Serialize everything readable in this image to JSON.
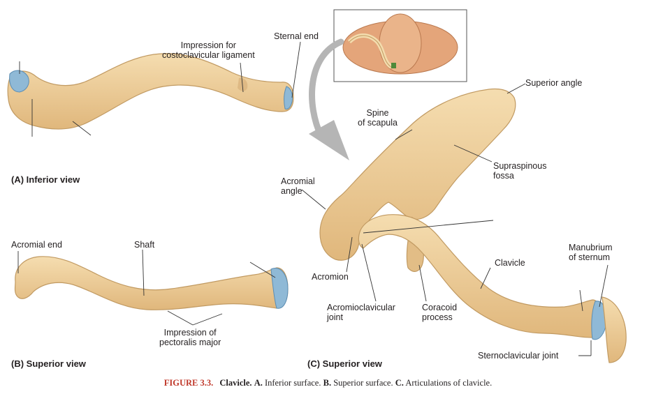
{
  "panels": {
    "a": "(A) Inferior view",
    "b": "(B) Superior view",
    "c": "(C) Superior view"
  },
  "labels": {
    "costoclavicular": "Impression for\ncostoclavicular ligament",
    "sternal_end": "Sternal end",
    "superior_angle": "Superior angle",
    "spine_of_scapula": "Spine\nof scapula",
    "supraspinous_fossa": "Supraspinous\nfossa",
    "acromial_angle": "Acromial\nangle",
    "acromial_end": "Acromial end",
    "shaft": "Shaft",
    "pectoralis_major": "Impression of\npectoralis major",
    "acromion": "Acromion",
    "acromioclavicular_joint": "Acromioclavicular\njoint",
    "coracoid_process": "Coracoid\nprocess",
    "clavicle": "Clavicle",
    "manubrium": "Manubrium\nof sternum",
    "sternoclavicular_joint": "Sternoclavicular joint"
  },
  "caption": {
    "figure_number": "FIGURE 3.3.",
    "title": "Clavicle.",
    "part_a_key": "A.",
    "part_a_text": "Inferior surface.",
    "part_b_key": "B.",
    "part_b_text": "Superior surface.",
    "part_c_key": "C.",
    "part_c_text": "Articulations of clavicle."
  },
  "colors": {
    "bone": "#ecc992",
    "bone_stroke": "#c19a62",
    "cartilage": "#8fb9d6",
    "torso": "#e4a57a",
    "arrow": "#b5b5b5",
    "leader": "#333333",
    "caption_accent": "#c0392b"
  }
}
